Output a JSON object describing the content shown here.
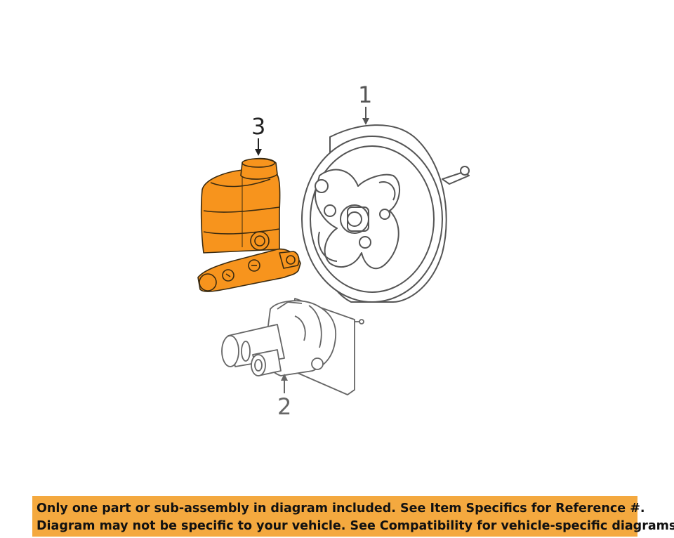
{
  "callouts": {
    "part_1": "1",
    "part_2": "2",
    "part_3": "3"
  },
  "colors": {
    "highlight_fill": "#f7941d",
    "line": "#555555",
    "banner_bg": "#f4a93f"
  },
  "banner": {
    "line1": "Only one part or sub-assembly in diagram included. See Item Specifics for Reference #.",
    "line2": "Diagram may not be specific to your vehicle. See Compatibility for vehicle-specific diagrams."
  }
}
